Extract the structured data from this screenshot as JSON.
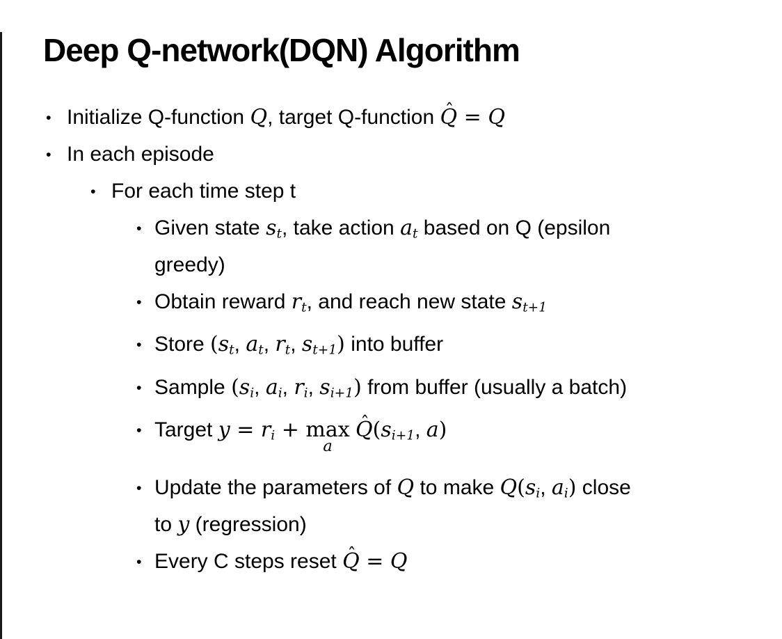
{
  "glyphs": {
    "bullet": "•",
    "hat": "ˆ"
  },
  "colors": {
    "background": "#ffffff",
    "text": "#000000",
    "edge": "#1a1a1a"
  },
  "slide": {
    "title": "Deep Q-network(DQN) Algorithm",
    "bullets": [
      {
        "level": 1,
        "segments": [
          {
            "k": "t",
            "v": "Initialize Q-function "
          },
          {
            "k": "m",
            "v": "Q"
          },
          {
            "k": "t",
            "v": ", target Q-function "
          },
          {
            "k": "mh",
            "v": "Q"
          },
          {
            "k": "mo",
            "v": " = "
          },
          {
            "k": "m",
            "v": "Q"
          }
        ]
      },
      {
        "level": 1,
        "segments": [
          {
            "k": "t",
            "v": "In each episode"
          }
        ]
      },
      {
        "level": 2,
        "segments": [
          {
            "k": "t",
            "v": "For each time step t"
          }
        ]
      },
      {
        "level": 3,
        "segments": [
          {
            "k": "t",
            "v": "Given state "
          },
          {
            "k": "ms",
            "v": "s",
            "sub": "t"
          },
          {
            "k": "t",
            "v": ", take action "
          },
          {
            "k": "ms",
            "v": "a",
            "sub": "t"
          },
          {
            "k": "t",
            "v": " based on Q (epsilon"
          },
          {
            "k": "br"
          },
          {
            "k": "t",
            "v": "greedy)"
          }
        ]
      },
      {
        "level": 3,
        "segments": [
          {
            "k": "t",
            "v": "Obtain reward "
          },
          {
            "k": "ms",
            "v": "r",
            "sub": "t"
          },
          {
            "k": "t",
            "v": ", and reach new state "
          },
          {
            "k": "ms",
            "v": "s",
            "sub": "t+1"
          }
        ]
      },
      {
        "level": 3,
        "segments": [
          {
            "k": "t",
            "v": "Store "
          },
          {
            "k": "mo",
            "v": "("
          },
          {
            "k": "ms",
            "v": "s",
            "sub": "t"
          },
          {
            "k": "t",
            "v": ", "
          },
          {
            "k": "ms",
            "v": "a",
            "sub": "t"
          },
          {
            "k": "t",
            "v": ", "
          },
          {
            "k": "ms",
            "v": "r",
            "sub": "t"
          },
          {
            "k": "t",
            "v": ", "
          },
          {
            "k": "ms",
            "v": "s",
            "sub": "t+1"
          },
          {
            "k": "mo",
            "v": ")"
          },
          {
            "k": "t",
            "v": " into buffer"
          }
        ]
      },
      {
        "level": 3,
        "segments": [
          {
            "k": "t",
            "v": "Sample "
          },
          {
            "k": "mo",
            "v": "("
          },
          {
            "k": "ms",
            "v": "s",
            "sub": "i"
          },
          {
            "k": "t",
            "v": ", "
          },
          {
            "k": "ms",
            "v": "a",
            "sub": "i"
          },
          {
            "k": "t",
            "v": ", "
          },
          {
            "k": "ms",
            "v": "r",
            "sub": "i"
          },
          {
            "k": "t",
            "v": ", "
          },
          {
            "k": "ms",
            "v": "s",
            "sub": "i+1"
          },
          {
            "k": "mo",
            "v": ")"
          },
          {
            "k": "t",
            "v": " from buffer (usually a batch)"
          }
        ]
      },
      {
        "level": 3,
        "segments": [
          {
            "k": "t",
            "v": "Target "
          },
          {
            "k": "m",
            "v": "y"
          },
          {
            "k": "mo",
            "v": " = "
          },
          {
            "k": "ms",
            "v": "r",
            "sub": "i"
          },
          {
            "k": "mo",
            "v": " + "
          },
          {
            "k": "lim",
            "op": "max",
            "under": "a"
          },
          {
            "k": "t",
            "v": " "
          },
          {
            "k": "mh",
            "v": "Q"
          },
          {
            "k": "mo",
            "v": "("
          },
          {
            "k": "ms",
            "v": "s",
            "sub": "i+1"
          },
          {
            "k": "t",
            "v": ", "
          },
          {
            "k": "m",
            "v": "a"
          },
          {
            "k": "mo",
            "v": ")"
          }
        ]
      },
      {
        "level": 3,
        "segments": [
          {
            "k": "t",
            "v": "Update the parameters of "
          },
          {
            "k": "m",
            "v": "Q"
          },
          {
            "k": "t",
            "v": " to make "
          },
          {
            "k": "m",
            "v": "Q"
          },
          {
            "k": "mo",
            "v": "("
          },
          {
            "k": "ms",
            "v": "s",
            "sub": "i"
          },
          {
            "k": "t",
            "v": ", "
          },
          {
            "k": "ms",
            "v": "a",
            "sub": "i"
          },
          {
            "k": "mo",
            "v": ")"
          },
          {
            "k": "t",
            "v": " close"
          },
          {
            "k": "br"
          },
          {
            "k": "t",
            "v": "to "
          },
          {
            "k": "m",
            "v": "y"
          },
          {
            "k": "t",
            "v": " (regression)"
          }
        ]
      },
      {
        "level": 3,
        "segments": [
          {
            "k": "t",
            "v": "Every C steps reset "
          },
          {
            "k": "mh",
            "v": "Q"
          },
          {
            "k": "mo",
            "v": " = "
          },
          {
            "k": "m",
            "v": "Q"
          }
        ]
      }
    ]
  }
}
